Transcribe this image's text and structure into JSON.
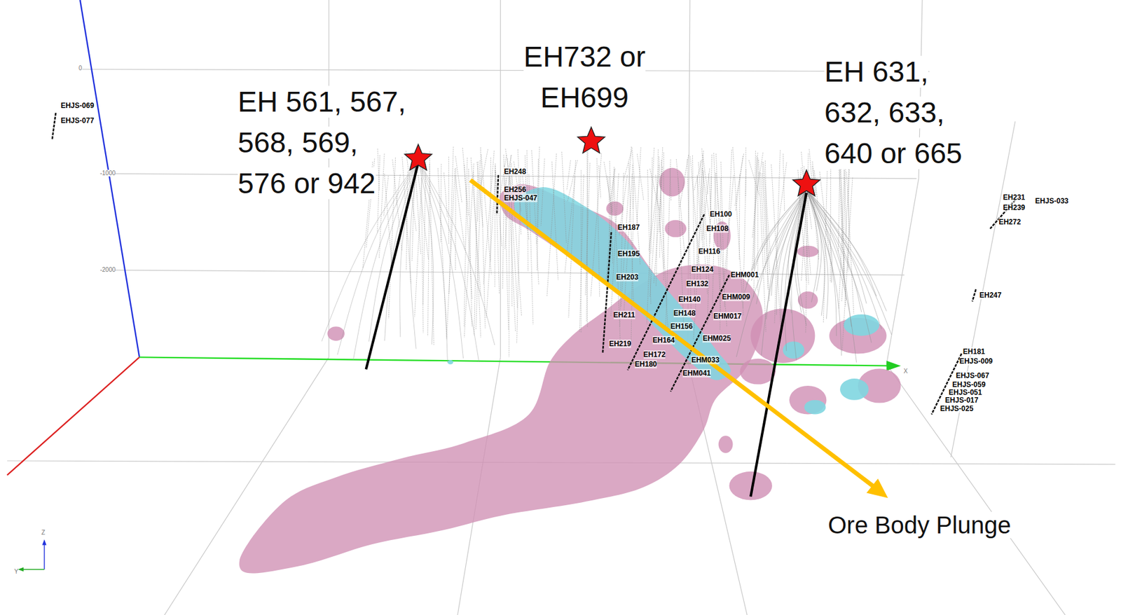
{
  "diagram": {
    "labels": [
      "EH 561, 567, 568, 569, 576 or 942",
      "EH732 or EH699",
      "EH 631, 632, 633, 640 or 665",
      "Ore Body Plunge",
      "EHJS-069",
      "EHJS-077",
      "0",
      "-1000",
      "-2000",
      "EH248",
      "EH256",
      "EHJS-047",
      "EH187",
      "EH195",
      "EH203",
      "EH211",
      "EH219",
      "EH100",
      "EH108",
      "EH116",
      "EH124",
      "EH132",
      "EH140",
      "EH148",
      "EH156",
      "EH164",
      "EH172",
      "EH180",
      "EHM001",
      "EHM009",
      "EHM017",
      "EHM025",
      "EHM033",
      "EHM041",
      "EH231",
      "EHJS-033",
      "EH239",
      "EH272",
      "EH247",
      "EH181",
      "EHJS-009",
      "EHJS-067",
      "EHJS-059",
      "EHJS-051",
      "EHJS-017",
      "EHJS-025",
      "Z",
      "Y",
      "X"
    ]
  }
}
